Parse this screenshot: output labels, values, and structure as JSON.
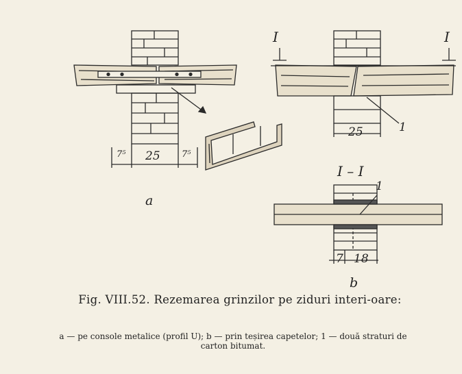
{
  "figure": {
    "labels": {
      "a_dim_left": "7⁵",
      "a_dim_mid": "25",
      "a_dim_right": "7⁵",
      "a_label": "a",
      "section_mark_left": "I",
      "section_mark_right": "I",
      "b_top_dim": "25",
      "b_top_callout": "1",
      "section_title": "I – I",
      "b_bottom_callout": "1",
      "b_dim_left": "7",
      "b_dim_right": "18",
      "b_label": "b"
    }
  },
  "caption": {
    "title": "Fig. VIII.52. Rezemarea grinzilor pe ziduri interi-oare:",
    "text": "a — pe console metalice (profil U); b — prin teșirea capetelor; 1 — două straturi de carton bitumat."
  }
}
